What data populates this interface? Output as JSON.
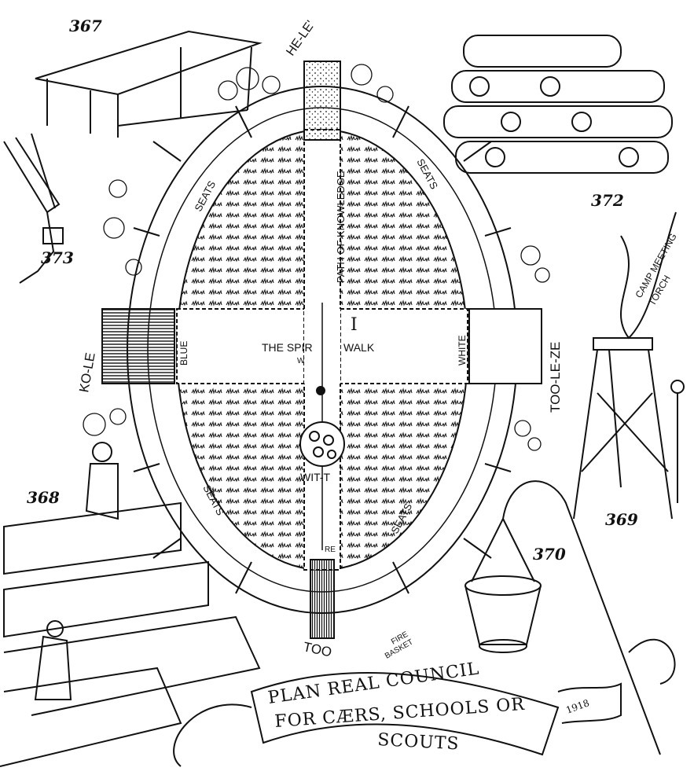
{
  "figures": {
    "shelter": "367",
    "log_pile": "372",
    "hand_torch": "373",
    "camp_torch": "369",
    "bleachers": "368",
    "fire_basket": "370"
  },
  "plan": {
    "top_label": "HE-LE'",
    "seats": [
      "SEATS",
      "SEATS",
      "SEATS",
      "SEATS"
    ],
    "path_label": "PATH OF KNOWLEDGE",
    "west_label": "BLUE",
    "east_label": "WHITE",
    "walk_label_a": "THE SPIR",
    "walk_label_b": "WALK",
    "center_numeral": "I",
    "w_mark": "W",
    "fire_label": "WIT-T",
    "south_mark": "RE",
    "south_label": "TOO",
    "east_outer_label": "TOO-LE-ZE",
    "west_outer_label": "KO-LE"
  },
  "captions": {
    "camp_torch": [
      "CAMP MEETING",
      "TORCH"
    ],
    "fire_basket": [
      "FIRE",
      "BASKET"
    ]
  },
  "banner": {
    "line1": "PLAN REAL COUNCIL",
    "line2": "FOR CÆRS, SCHOOLS OR",
    "line3": "SCOUTS",
    "date": "1918"
  }
}
